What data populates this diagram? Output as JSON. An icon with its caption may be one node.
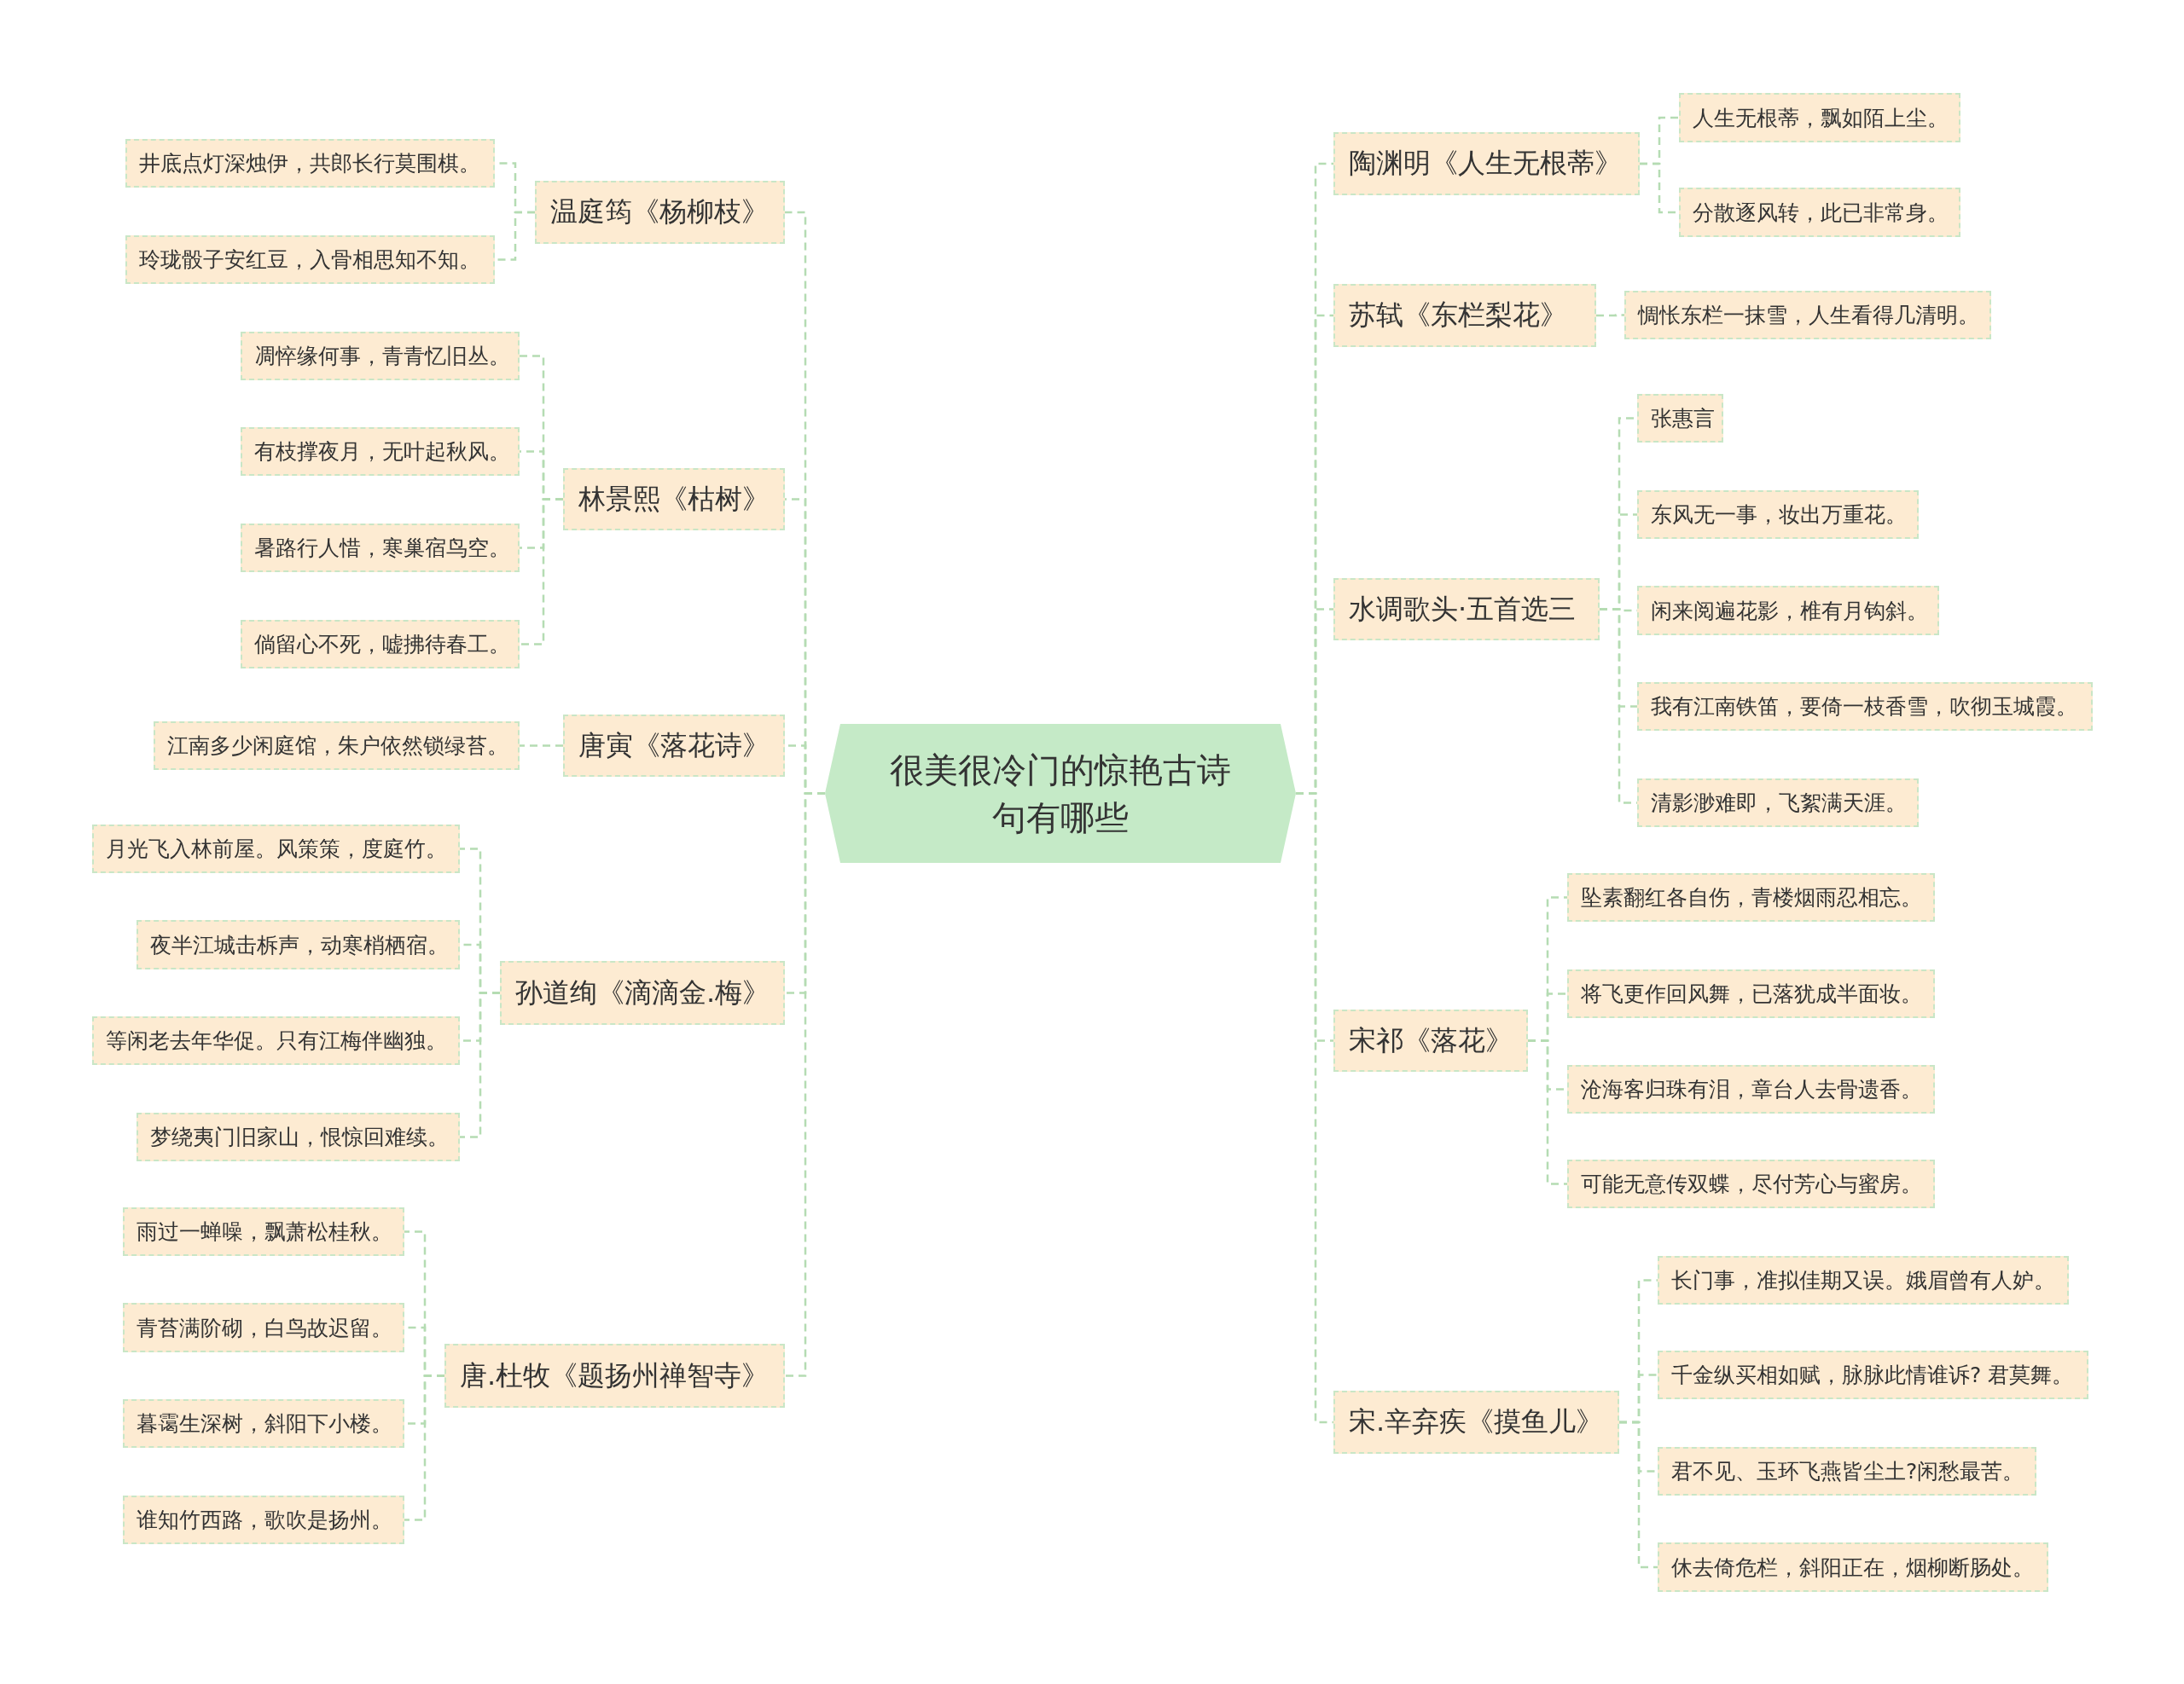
{
  "diagram": {
    "nodes": [
      {
        "text": [
          "很美很冷门的惊艳古诗句有哪些"
        ]
      },
      {
        "text": [
          "温庭筠《杨柳枝》"
        ]
      },
      {
        "text": [
          "井底点灯深烛伊，共郎长行莫围棋。"
        ]
      },
      {
        "text": [
          "玲珑骰子安红豆，入骨相思知不知。"
        ]
      },
      {
        "text": [
          "林景熙《枯树》"
        ]
      },
      {
        "text": [
          "凋悴缘何事，青青忆旧丛。"
        ]
      },
      {
        "text": [
          "有枝撑夜月，无叶起秋风。"
        ]
      },
      {
        "text": [
          "暑路行人惜，寒巢宿鸟空。"
        ]
      },
      {
        "text": [
          "倘留心不死，嘘拂待春工。"
        ]
      },
      {
        "text": [
          "唐寅《落花诗》"
        ]
      },
      {
        "text": [
          "江南多少闲庭馆，朱户依然锁绿苔。"
        ]
      },
      {
        "text": [
          "孙道绚《滴滴金.梅》"
        ]
      },
      {
        "text": [
          "月光飞入林前屋。风策策，度庭竹。"
        ]
      },
      {
        "text": [
          "夜半江城击柝声，动寒梢栖宿。"
        ]
      },
      {
        "text": [
          "等闲老去年华促。只有江梅伴幽独。"
        ]
      },
      {
        "text": [
          "梦绕夷门旧家山，恨惊回难续。"
        ]
      },
      {
        "text": [
          "唐.杜牧《题扬州禅智寺》"
        ]
      },
      {
        "text": [
          "雨过一蝉噪，飘萧松桂秋。"
        ]
      },
      {
        "text": [
          "青苔满阶砌，白鸟故迟留。"
        ]
      },
      {
        "text": [
          "暮霭生深树，斜阳下小楼。"
        ]
      },
      {
        "text": [
          "谁知竹西路，歌吹是扬州。"
        ]
      },
      {
        "text": [
          "陶渊明《人生无根蒂》"
        ]
      },
      {
        "text": [
          "人生无根蒂，飘如陌上尘。"
        ]
      },
      {
        "text": [
          "分散逐风转，此已非常身。"
        ]
      },
      {
        "text": [
          "苏轼《东栏梨花》"
        ]
      },
      {
        "text": [
          "惆怅东栏一抹雪，人生看得几清明。"
        ]
      },
      {
        "text": [
          "水调歌头·五首选三"
        ]
      },
      {
        "text": [
          "张惠言"
        ]
      },
      {
        "text": [
          "东风无一事，妆出万重花。"
        ]
      },
      {
        "text": [
          "闲来阅遍花影，椎有月钩斜。"
        ]
      },
      {
        "text": [
          "我有江南铁笛，要倚一枝香雪，吹彻玉城霞。"
        ]
      },
      {
        "text": [
          "清影渺难即，飞絮满天涯。"
        ]
      },
      {
        "text": [
          "宋祁《落花》"
        ]
      },
      {
        "text": [
          "坠素翻红各自伤，青楼烟雨忍相忘。"
        ]
      },
      {
        "text": [
          "将飞更作回风舞，已落犹成半面妆。"
        ]
      },
      {
        "text": [
          "沧海客归珠有泪，章台人去骨遗香。"
        ]
      },
      {
        "text": [
          "可能无意传双蝶，尽付芳心与蜜房。"
        ]
      },
      {
        "text": [
          "宋.辛弃疾《摸鱼儿》"
        ]
      },
      {
        "text": [
          "长门事，准拟佳期又误。娥眉曾有人妒。"
        ]
      },
      {
        "text": [
          "千金纵买相如赋，脉脉此情谁诉? 君莫舞。"
        ]
      },
      {
        "text": [
          "君不见、玉环飞燕皆尘土?闲愁最苦。"
        ]
      },
      {
        "text": [
          "休去倚危栏，斜阳正在，烟柳断肠处。"
        ]
      }
    ],
    "edges": [
      {
        "from": 0,
        "to": 1,
        "arrow": "none"
      },
      {
        "from": 1,
        "to": 2,
        "arrow": "none"
      },
      {
        "from": 1,
        "to": 3,
        "arrow": "none"
      },
      {
        "from": 0,
        "to": 4,
        "arrow": "none"
      },
      {
        "from": 4,
        "to": 5,
        "arrow": "none"
      },
      {
        "from": 4,
        "to": 6,
        "arrow": "none"
      },
      {
        "from": 4,
        "to": 7,
        "arrow": "none"
      },
      {
        "from": 4,
        "to": 8,
        "arrow": "none"
      },
      {
        "from": 0,
        "to": 9,
        "arrow": "none"
      },
      {
        "from": 9,
        "to": 10,
        "arrow": "none"
      },
      {
        "from": 0,
        "to": 11,
        "arrow": "none"
      },
      {
        "from": 11,
        "to": 12,
        "arrow": "none"
      },
      {
        "from": 11,
        "to": 13,
        "arrow": "none"
      },
      {
        "from": 11,
        "to": 14,
        "arrow": "none"
      },
      {
        "from": 11,
        "to": 15,
        "arrow": "none"
      },
      {
        "from": 0,
        "to": 16,
        "arrow": "none"
      },
      {
        "from": 16,
        "to": 17,
        "arrow": "none"
      },
      {
        "from": 16,
        "to": 18,
        "arrow": "none"
      },
      {
        "from": 16,
        "to": 19,
        "arrow": "none"
      },
      {
        "from": 16,
        "to": 20,
        "arrow": "none"
      },
      {
        "from": 0,
        "to": 21,
        "arrow": "none"
      },
      {
        "from": 21,
        "to": 22,
        "arrow": "none"
      },
      {
        "from": 21,
        "to": 23,
        "arrow": "none"
      },
      {
        "from": 0,
        "to": 24,
        "arrow": "none"
      },
      {
        "from": 24,
        "to": 25,
        "arrow": "none"
      },
      {
        "from": 0,
        "to": 26,
        "arrow": "none"
      },
      {
        "from": 26,
        "to": 27,
        "arrow": "none"
      },
      {
        "from": 26,
        "to": 28,
        "arrow": "none"
      },
      {
        "from": 26,
        "to": 29,
        "arrow": "none"
      },
      {
        "from": 26,
        "to": 30,
        "arrow": "none"
      },
      {
        "from": 26,
        "to": 31,
        "arrow": "none"
      },
      {
        "from": 0,
        "to": 32,
        "arrow": "none"
      },
      {
        "from": 32,
        "to": 33,
        "arrow": "none"
      },
      {
        "from": 32,
        "to": 34,
        "arrow": "none"
      },
      {
        "from": 32,
        "to": 35,
        "arrow": "none"
      },
      {
        "from": 32,
        "to": 36,
        "arrow": "none"
      },
      {
        "from": 0,
        "to": 37,
        "arrow": "none"
      },
      {
        "from": 37,
        "to": 38,
        "arrow": "none"
      },
      {
        "from": 37,
        "to": 39,
        "arrow": "none"
      },
      {
        "from": 37,
        "to": 40,
        "arrow": "none"
      },
      {
        "from": 37,
        "to": 41,
        "arrow": "none"
      }
    ]
  }
}
